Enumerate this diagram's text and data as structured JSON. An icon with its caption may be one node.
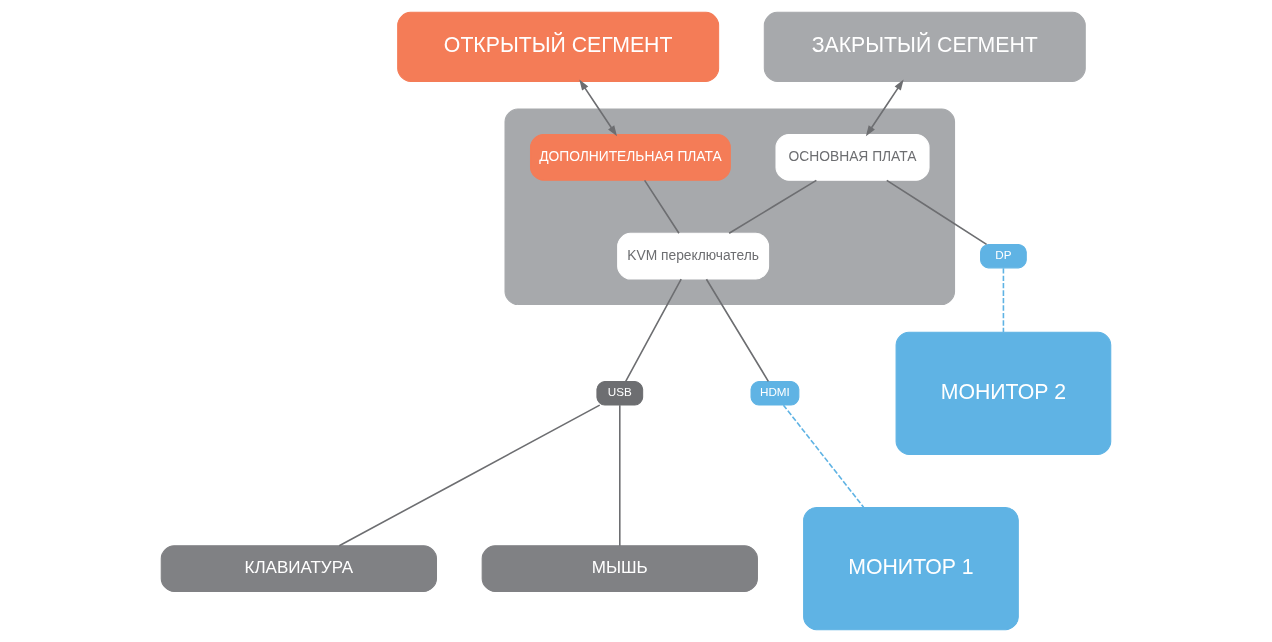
{
  "diagram": {
    "nodes": [
      {
        "text": [
          "ЗАКРЫТЫЙ СЕГМЕНТ"
        ]
      },
      {
        "text": [
          "ОТКРЫТЫЙ СЕГМЕНТ"
        ]
      },
      {
        "text": [],
        "shape": "box"
      },
      {
        "text": [
          "ОСНОВНАЯ ПЛАТА"
        ],
        "in": 2
      },
      {
        "text": [
          "ДОПОЛНИТЕЛЬНАЯ ПЛАТА"
        ],
        "in": 2
      },
      {
        "text": [
          "KVM переключатель"
        ],
        "in": 2
      },
      {
        "text": [
          "МОНИТОР 2"
        ]
      },
      {
        "text": [
          "МОНИТОР 1"
        ]
      },
      {
        "text": [
          "DP"
        ]
      },
      {
        "text": [
          "HDMI"
        ]
      },
      {
        "text": [
          "USB"
        ]
      },
      {
        "text": [
          "КЛАВИАТУРА"
        ]
      },
      {
        "text": [
          "МЫШЬ"
        ]
      }
    ],
    "edges": [
      {
        "from": 0,
        "to": 3,
        "arrow": "both"
      },
      {
        "from": 1,
        "to": 4,
        "arrow": "both"
      },
      {
        "from": 3,
        "to": 5,
        "arrow": "none"
      },
      {
        "from": 4,
        "to": 5,
        "arrow": "none"
      },
      {
        "from": 3,
        "to": 8,
        "arrow": "none"
      },
      {
        "from": 8,
        "to": 6,
        "arrow": "none",
        "style": "dashed",
        "color": "#5fb3e4"
      },
      {
        "from": 5,
        "to": 9,
        "arrow": "none"
      },
      {
        "from": 9,
        "to": 7,
        "arrow": "none",
        "style": "dashed",
        "color": "#5fb3e4"
      },
      {
        "from": 5,
        "to": 10,
        "arrow": "none"
      },
      {
        "from": 10,
        "to": 11,
        "arrow": "none"
      },
      {
        "from": 10,
        "to": 12,
        "arrow": "none"
      }
    ]
  }
}
